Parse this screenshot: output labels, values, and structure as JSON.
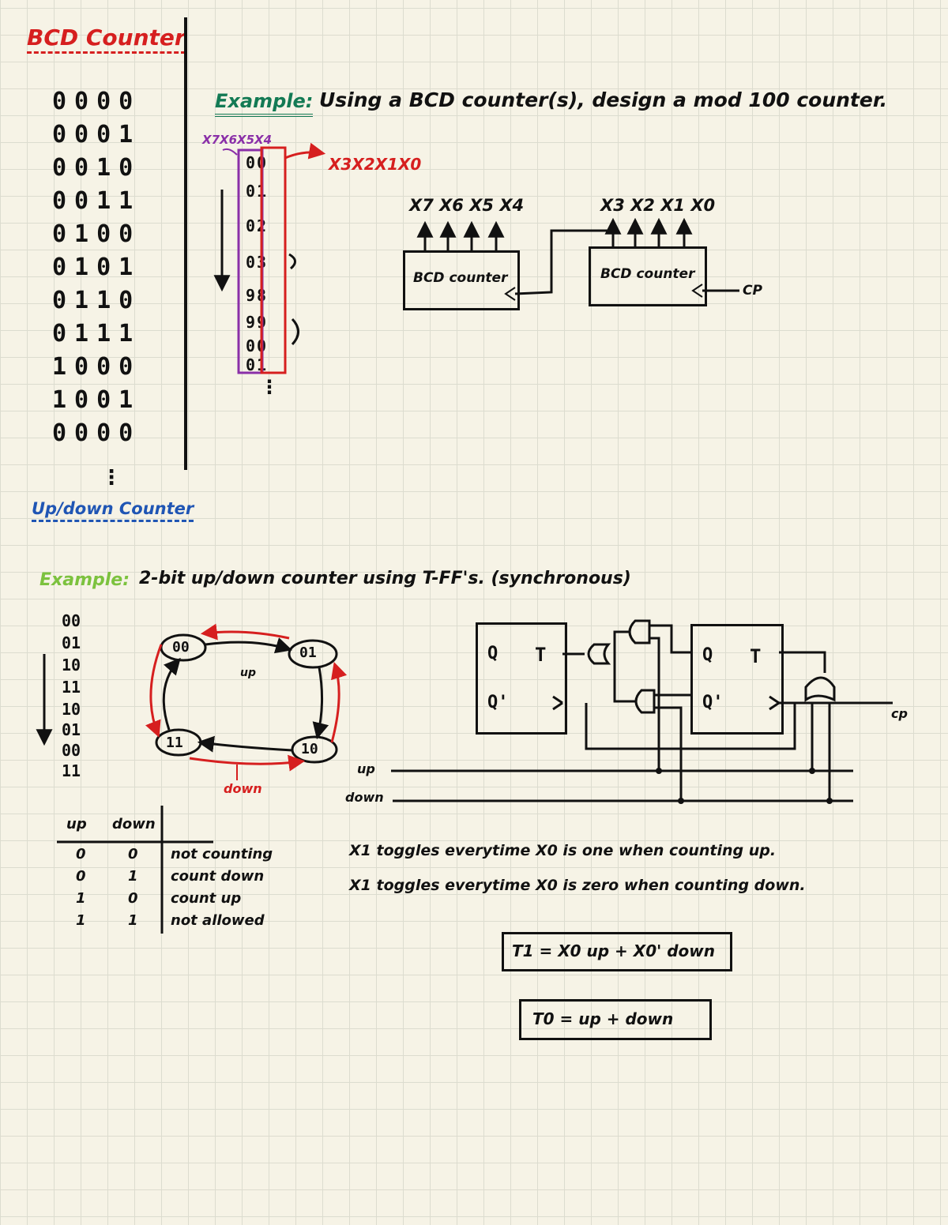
{
  "bcd_section": {
    "title": "BCD Counter",
    "sequence": [
      "0000",
      "0001",
      "0010",
      "0011",
      "0100",
      "0101",
      "0110",
      "0111",
      "1000",
      "1001",
      "0000"
    ],
    "ellipsis": "⋮"
  },
  "example1": {
    "label": "Example:",
    "text": "Using a BCD counter(s), design a mod 100 counter.",
    "purple_label": "X7X6X5X4",
    "red_label": "X3X2X1X0",
    "digit_pairs": [
      "00",
      "01",
      "02",
      "03",
      "98",
      "99",
      "00",
      "01"
    ],
    "ellipsis": "⋮",
    "counter1_label": "BCD counter",
    "counter1_inputs": "X7 X6 X5 X4",
    "counter2_label": "BCD counter",
    "counter2_inputs": "X3 X2 X1 X0",
    "clock_label": "CP"
  },
  "updown_section": {
    "title": "Up/down Counter"
  },
  "example2": {
    "label": "Example:",
    "text": "2-bit up/down counter using T-FF's. (synchronous)",
    "sequence": [
      "00",
      "01",
      "10",
      "11",
      "10",
      "01",
      "00",
      "11"
    ],
    "states": [
      "00",
      "01",
      "10",
      "11"
    ],
    "up_label": "up",
    "down_label": "down",
    "table": {
      "headers": [
        "up",
        "down"
      ],
      "rows": [
        [
          "0",
          "0",
          "not counting"
        ],
        [
          "0",
          "1",
          "count down"
        ],
        [
          "1",
          "0",
          "count up"
        ],
        [
          "1",
          "1",
          "not allowed"
        ]
      ]
    },
    "ff_q": "Q",
    "ff_t": "T",
    "ff_qbar": "Q'",
    "line_up": "up",
    "line_down": "down",
    "clock_label": "cp",
    "note1": "X1 toggles everytime X0 is one when counting up.",
    "note2": "X1 toggles everytime X0 is zero when counting down.",
    "eq1": "T1 = X0 up + X0' down",
    "eq2": "T0 = up + down"
  },
  "colors": {
    "red": "#d61f1f",
    "blue": "#1f55b4",
    "teal": "#137a54",
    "purple": "#8a2fa8",
    "green": "#7cc23e",
    "ink": "#111111"
  }
}
